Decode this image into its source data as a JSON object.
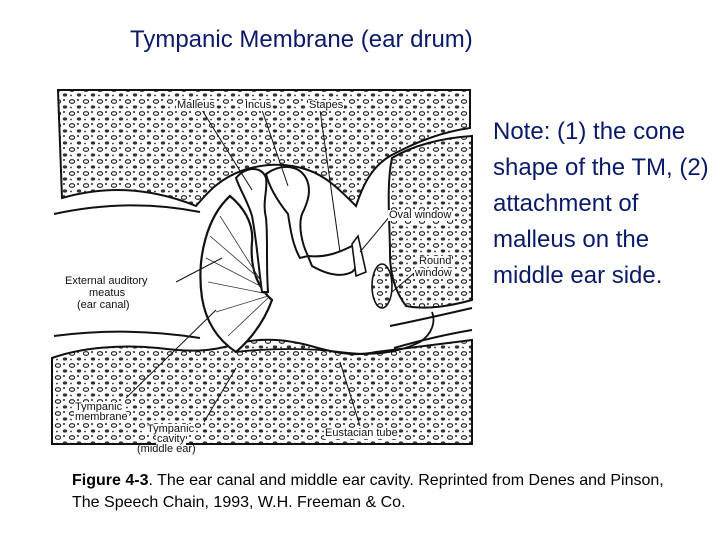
{
  "title": "Tympanic Membrane (ear drum)",
  "labels": {
    "malleus": "Malleus",
    "incus": "Incus",
    "stapes": "Stapes",
    "oval_window": "Oval window",
    "round_window_1": "Round",
    "round_window_2": "window",
    "external_meatus_1": "External auditory",
    "external_meatus_2": "meatus",
    "external_meatus_3": "(ear canal)",
    "tympanic_membrane_1": "Tympanic",
    "tympanic_membrane_2": "membrane",
    "tympanic_cavity_1": "Tympanic",
    "tympanic_cavity_2": "cavity",
    "tympanic_cavity_3": "(middle ear)",
    "eustachian_tube": "Eustacian tube"
  },
  "note": "Note: (1) the cone shape of the TM, (2) attachment of malleus on the middle ear side.",
  "caption": {
    "figure_label": "Figure 4-3",
    "text": ". The ear canal and middle ear cavity. Reprinted from Denes and Pinson, The Speech Chain, 1993, W.H. Freeman & Co."
  },
  "colors": {
    "heading": "#0a1a6b",
    "ink": "#111111"
  }
}
